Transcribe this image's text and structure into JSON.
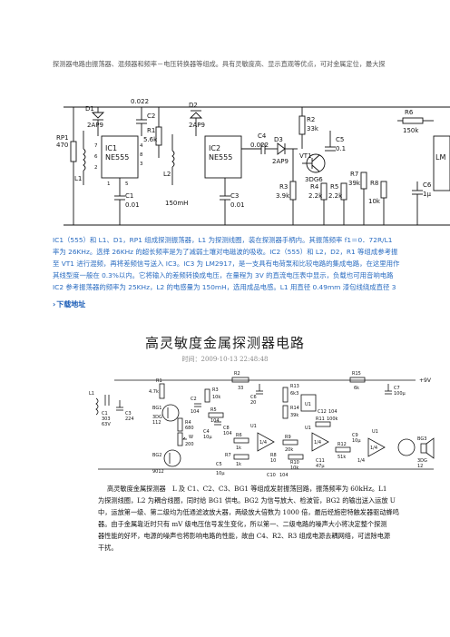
{
  "intro": "探测器电路由振荡器、混频器和频率－电压转换器等组成。具有灵敏度高、显示直观等优点，可对金属定位，最大探",
  "schematic1": {
    "labels": {
      "RP1": "RP1",
      "RP1v": "470",
      "C2": "0.022",
      "C2n": "C2",
      "D1": "D1",
      "D1t": "2AP9",
      "D2": "D2",
      "D2t": "2AP9",
      "R1": "R1",
      "R1v": "5.6k",
      "L1": "L1",
      "L2": "L2",
      "L2v": "150mH",
      "IC1": "IC1",
      "IC1t": "NE555",
      "IC2": "IC2",
      "IC2t": "NE555",
      "C1": "C1",
      "C1v": "0.01",
      "C3": "C3",
      "C3v": "0.01",
      "C4": "C4",
      "C4v": "0.022",
      "D3": "D3",
      "D3t": "2AP9",
      "R2": "R2",
      "R2v": "33k",
      "C5": "C5",
      "C5v": "0.1",
      "VT1": "VT1",
      "VT1t": "3DG6",
      "R3": "R3",
      "R3v": "3.9k",
      "R4": "R4",
      "R4v": "2.2k",
      "R5": "R5",
      "R5v": "2.2k",
      "R6": "R6",
      "R6v": "150k",
      "R7": "R7",
      "R7v": "39k",
      "R8": "R8",
      "R8v": "10k",
      "C6": "C6",
      "C6v": "1μ",
      "LM": "LM",
      "n7": "7",
      "n6": "6",
      "n3": "3",
      "n2": "2",
      "n4": "4",
      "n8": "8",
      "n5": "5",
      "n1": "1"
    }
  },
  "para1": {
    "l1": "IC1（555）和 L1、D1，RP1 组成探测振荡器，L1 为探测线圈，装在探测器手柄内。其振荡频率 f1＝0．72R/L1",
    "l2": "率为 26KHz。选择 26KHz 的超长频率是为了减弱土壤对电磁波的吸收。IC2（555）和 L2，D2，R1 等组成参考振",
    "l3": "至 VT1 进行混频，再将差频信号送入 IC3。IC3 为 LM2917，是一支具有电荷泵和比较电路的集成电路，在这里用作",
    "l4": "其线型度一般在 0.3%以内。它将输入的差频转换成电压，在量程为 3V 的直流电压表中显示，负载也可用音响电路",
    "l5": "IC2 参考振荡器的频率为 25KHz，L2 的电感量为 150mH，选用成品电感。L1 用直径 0.49mm 漆包线绕成直径 3"
  },
  "download": "下载地址",
  "article2": {
    "title": "高灵敏度金属探测器电路",
    "time": "时间：2009-10-13 22:48:48"
  },
  "schematic2": {
    "labels": {
      "L1": "L1",
      "C1": "C1",
      "C1v": "303",
      "C1u": "63V",
      "C3": "C3",
      "C3v": "224",
      "R1": "R1",
      "R1v": "4.7k",
      "R2": "R2",
      "R2v": "33",
      "R3": "R3",
      "R3v": "10k",
      "C2": "C2",
      "C2v": "104",
      "BG1": "BG1",
      "BG1t": "3DG",
      "BG1n": "112",
      "R4": "R4",
      "R4v": "680",
      "W": "W",
      "Wv": "200",
      "BG2": "BG2",
      "BG2t": "9012",
      "C4": "C4",
      "C4v": "10μ",
      "C6": "C6",
      "C6v": "20",
      "R5": "R5",
      "R5v": "104",
      "R6": "R6",
      "R6v": "1k",
      "R7": "R7",
      "R7v": "1k",
      "C5": "C5",
      "C5v": "10μ",
      "C8": "C8",
      "C8v": "104",
      "R8": "R8",
      "R8v": "10",
      "R9": "R9",
      "R9v": "20k",
      "R10": "R10",
      "R10v": "10k",
      "R11": "R11",
      "R11v": "100k",
      "R12": "R12",
      "R12v": "51k",
      "C9": "C9",
      "C9v": "10μ",
      "C10": "C10",
      "C10v": "104",
      "C11": "C11",
      "C11v": "47μ",
      "C12": "C12",
      "C12v": "104",
      "R13": "R13",
      "R13v": "6k3",
      "R14": "R14",
      "R14v": "39k",
      "R15": "R15",
      "R15v": "6k",
      "C7": "C7",
      "C7v": "100μ",
      "U1a": "U1",
      "U1b": "U1",
      "U1c": "U1",
      "U1d": "U1",
      "BG3": "BG3",
      "BG3t": "3DG",
      "BG3n": "12",
      "V": "+9V",
      "q14": "1/4",
      "q24": "1/4",
      "q34": "1/4",
      "q44": "1/4"
    }
  },
  "desc2": {
    "l1": "高灵敏度金属探测器　L 及 C1、C2、C3、BG1 等组成发射振荡回路，振荡频率为 60kHz。L1",
    "l2": "为探测线圈，L2 为耦合线圈，同时给 BG1 供电。BG2 为信号放大、检波管，BG2 的输出送入运放 U",
    "l3": "中，运放第一级、第二级均为低通滤波放大器，两级放大倍数为 1000 倍，最后经施密特触发器驱动蜂鸣",
    "l4": "器。由于金属靠近时只有 mV 级电压信号发生变化，所以第一、二级电路的噪声大小将决定整个探测",
    "l5": "器性能的好坏，电源的噪声也将影响电路的性能，故由 C4、R2、R3 组成电源去耦网络，可滤除电源",
    "l6": "干扰。"
  }
}
